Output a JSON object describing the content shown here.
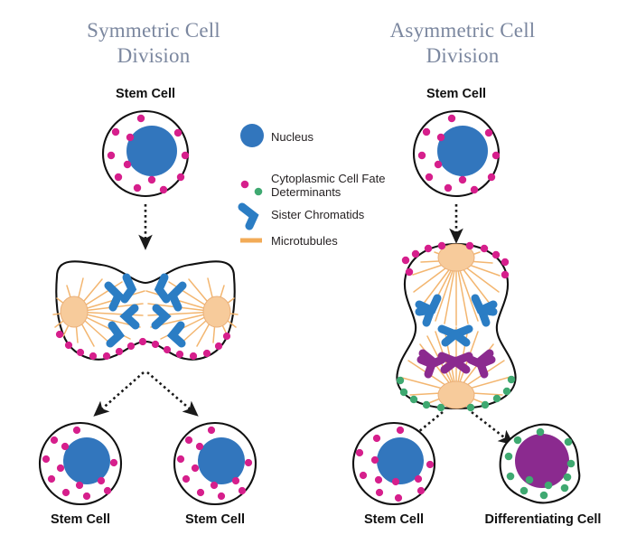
{
  "figure": {
    "title_left": "Symmetric Cell",
    "title_left_2": "Division",
    "title_right": "Asymmetric Cell",
    "title_right_2": "Division"
  },
  "labels": {
    "stem_cell": "Stem Cell",
    "differentiating_cell": "Differentiating Cell",
    "left_parent": "Stem Cell",
    "left_daughter_1": "Stem Cell",
    "left_daughter_2": "Stem Cell",
    "right_parent": "Stem Cell",
    "right_daughter_1": "Stem Cell",
    "right_daughter_2": "Differentiating Cell"
  },
  "legend": {
    "items": [
      {
        "label": "Nucleus",
        "icon": "blue-circle-icon",
        "color": "#3276bd"
      },
      {
        "label": "Cytoplasmic Cell Fate",
        "label_line2": "Determinants",
        "icon": "pink-green-dots-icon",
        "color": "#d61f8c"
      },
      {
        "label": "Sister Chromatids",
        "icon": "blue-chromatid-icon",
        "color": "#2b7dc4"
      },
      {
        "label": "Microtubules",
        "icon": "orange-line-icon",
        "color": "#f2ab57"
      }
    ]
  },
  "colors": {
    "title": "#7b879f",
    "nucleus_blue": "#3276bd",
    "nucleus_purple": "#8b2a8f",
    "determinant_magenta": "#d61f8c",
    "determinant_green": "#3fa971",
    "chromatid_blue": "#2b7dc4",
    "chromatid_purple": "#8b2a8f",
    "microtubule_orange": "#f2ab57",
    "centrosome_peach": "#f7cb9b",
    "membrane_stroke": "#111111",
    "background": "#ffffff"
  },
  "structure": {
    "columns": [
      "Symmetric Cell Division",
      "Asymmetric Cell Division"
    ],
    "stages": [
      "parent stem cell",
      "dividing cell (mitosis)",
      "daughter cells"
    ],
    "symmetric_outcome": [
      "Stem Cell",
      "Stem Cell"
    ],
    "asymmetric_outcome": [
      "Stem Cell",
      "Differentiating Cell"
    ],
    "symmetric_spindle_axis": "horizontal",
    "asymmetric_spindle_axis": "vertical",
    "asymmetric_determinant_segregation": "magenta top, green bottom"
  }
}
